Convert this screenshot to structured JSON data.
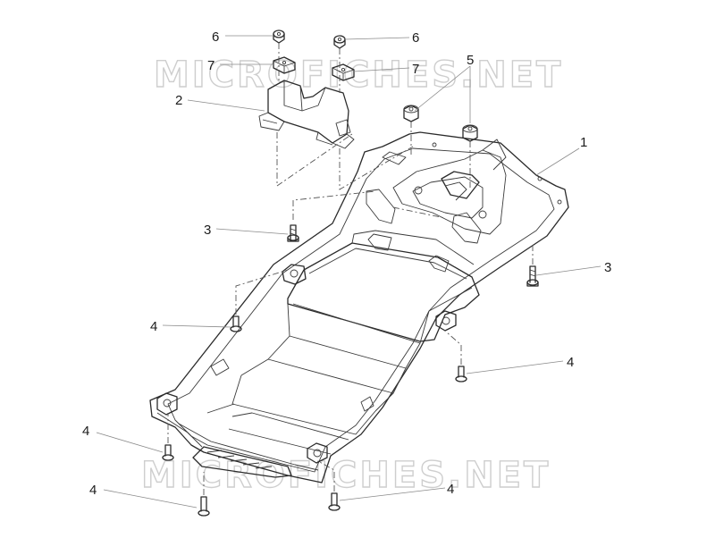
{
  "watermark": {
    "text": "MICROFICHES.NET"
  },
  "callouts": {
    "c1": "1",
    "c2": "2",
    "c3a": "3",
    "c3b": "3",
    "c4a": "4",
    "c4b": "4",
    "c4c": "4",
    "c4d": "4",
    "c4e": "4",
    "c5": "5",
    "c6a": "6",
    "c6b": "6",
    "c7a": "7",
    "c7b": "7"
  },
  "colors": {
    "line": "#2b2b2b",
    "watermark_outline": "#c9c9c9",
    "background": "#ffffff"
  }
}
